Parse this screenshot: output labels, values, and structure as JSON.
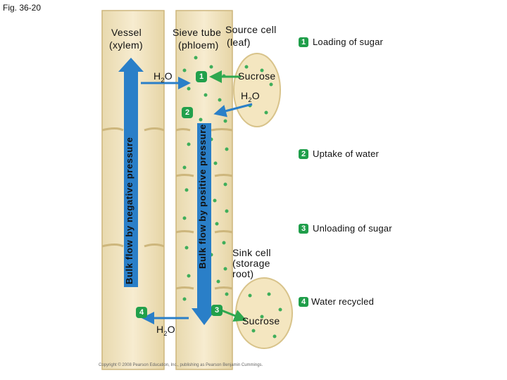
{
  "figure_label": "Fig. 36-20",
  "labels": {
    "vessel": "Vessel",
    "vessel_sub": "(xylem)",
    "sieve_tube": "Sieve tube",
    "sieve_tube_sub": "(phloem)",
    "source_cell": "Source cell",
    "source_cell_sub": "(leaf)",
    "sucrose_top": "Sucrose",
    "sucrose_bottom": "Sucrose",
    "sink_cell_1": "Sink cell",
    "sink_cell_2": "(storage",
    "sink_cell_3": "root)",
    "water": "H",
    "water_sub": "2",
    "water_tail": "O",
    "bulk_negative": "Bulk flow by negative pressure",
    "bulk_positive": "Bulk flow by positive pressure"
  },
  "markers": [
    "1",
    "2",
    "3",
    "4"
  ],
  "legend": [
    {
      "number": "1",
      "text": "Loading of sugar"
    },
    {
      "number": "2",
      "text": "Uptake of water"
    },
    {
      "number": "3",
      "text": "Unloading of sugar"
    },
    {
      "number": "4",
      "text": "Water recycled"
    }
  ],
  "copyright": "Copyright © 2008 Pearson Education, Inc., publishing as Pearson Benjamin Cummings.",
  "colors": {
    "cell_fill": "#f4e6c0",
    "cell_border": "#d8c38a",
    "arrow_blue": "#2a7fc8",
    "arrow_green": "#2fa84f",
    "dot_green": "#3fae5a",
    "marker_green": "#22a04b"
  }
}
